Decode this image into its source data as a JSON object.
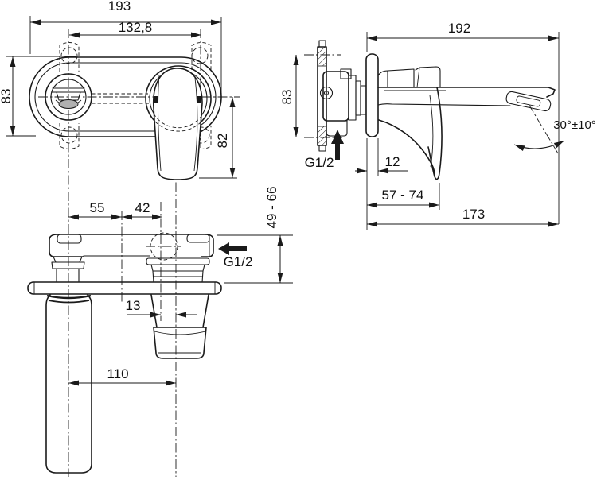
{
  "colors": {
    "line": "#1a1a1a",
    "background": "#ffffff",
    "aerator_fill": "#b0b0b0"
  },
  "front_view": {
    "plate_width": "193",
    "hole_spacing": "132,8",
    "plate_height": "83",
    "lever_drop": "82"
  },
  "side_view": {
    "spout_reach": "192",
    "port_spacing": "83",
    "plate_depth": "12",
    "lever_projection": "57 - 74",
    "outlet_distance": "173",
    "jet_angle": "30°±10°",
    "inlet_thread": "G1/2"
  },
  "top_view": {
    "spout_offset": "55",
    "cartridge_offset": "42",
    "depth_range": "49 - 66",
    "axis_offset": "13",
    "lever_offset": "110",
    "outlet_thread": "G1/2"
  }
}
